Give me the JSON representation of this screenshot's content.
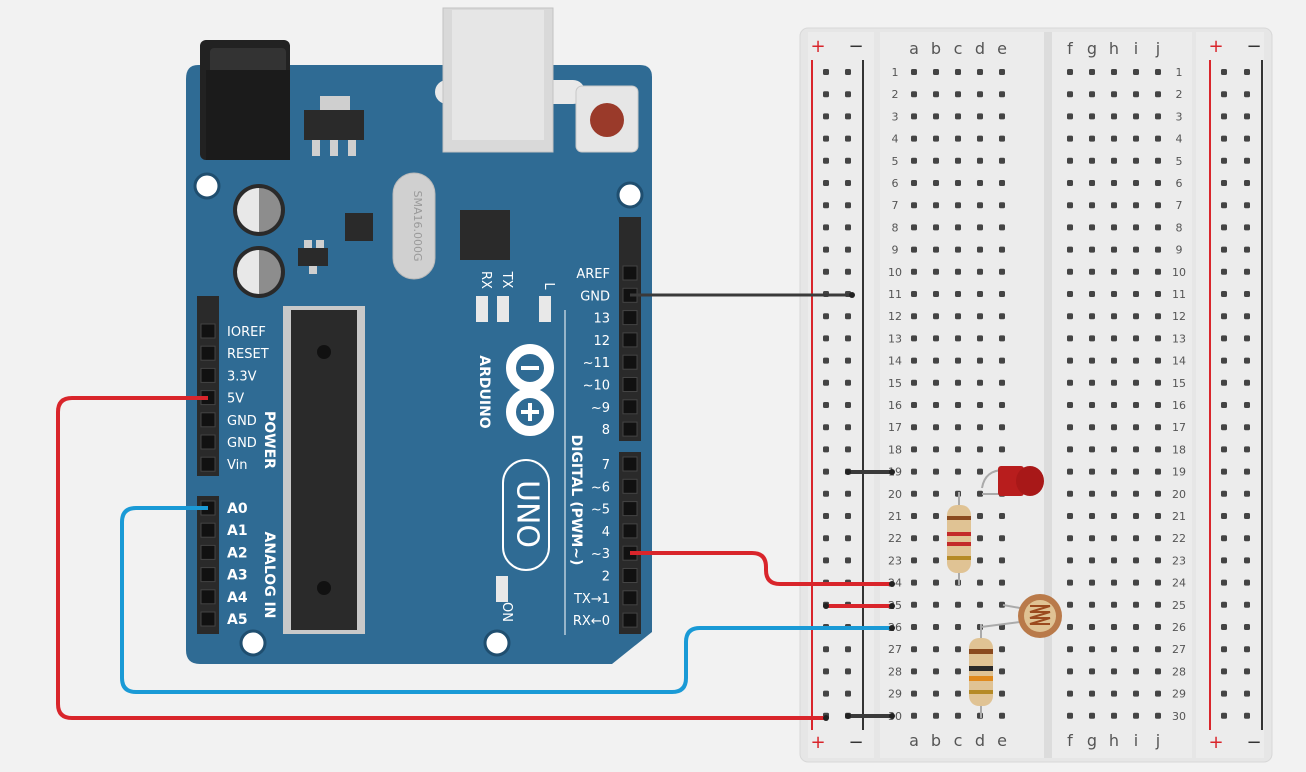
{
  "arduino": {
    "brand": "ARDUINO",
    "model": "UNO",
    "power_header_label": "POWER",
    "analog_header_label": "ANALOG IN",
    "digital_header_label": "DIGITAL (PWM~)",
    "power_pins": [
      "IOREF",
      "RESET",
      "3.3V",
      "5V",
      "GND",
      "GND",
      "Vin"
    ],
    "analog_pins": [
      "A0",
      "A1",
      "A2",
      "A3",
      "A4",
      "A5"
    ],
    "digital_top_pins": [
      "AREF",
      "GND",
      "13",
      "12",
      "~11",
      "~10",
      "~9",
      "8"
    ],
    "digital_bottom_pins": [
      "7",
      "~6",
      "~5",
      "4",
      "~3",
      "2",
      "TX→1",
      "RX←0"
    ],
    "led_labels": [
      "RX",
      "TX",
      "L"
    ],
    "on_label": "ON",
    "crystal_text": "SMA16.000G"
  },
  "breadboard": {
    "left_cols": [
      "a",
      "b",
      "c",
      "d",
      "e"
    ],
    "right_cols": [
      "f",
      "g",
      "h",
      "i",
      "j"
    ],
    "row_count": 30,
    "rail_plus": "+",
    "rail_minus": "−"
  },
  "colors": {
    "board_blue": "#2f6b94",
    "wire_red": "#d9252b",
    "wire_blue": "#1a9ad6",
    "wire_black": "#3a3a3a",
    "led_red": "#b81d1d"
  }
}
